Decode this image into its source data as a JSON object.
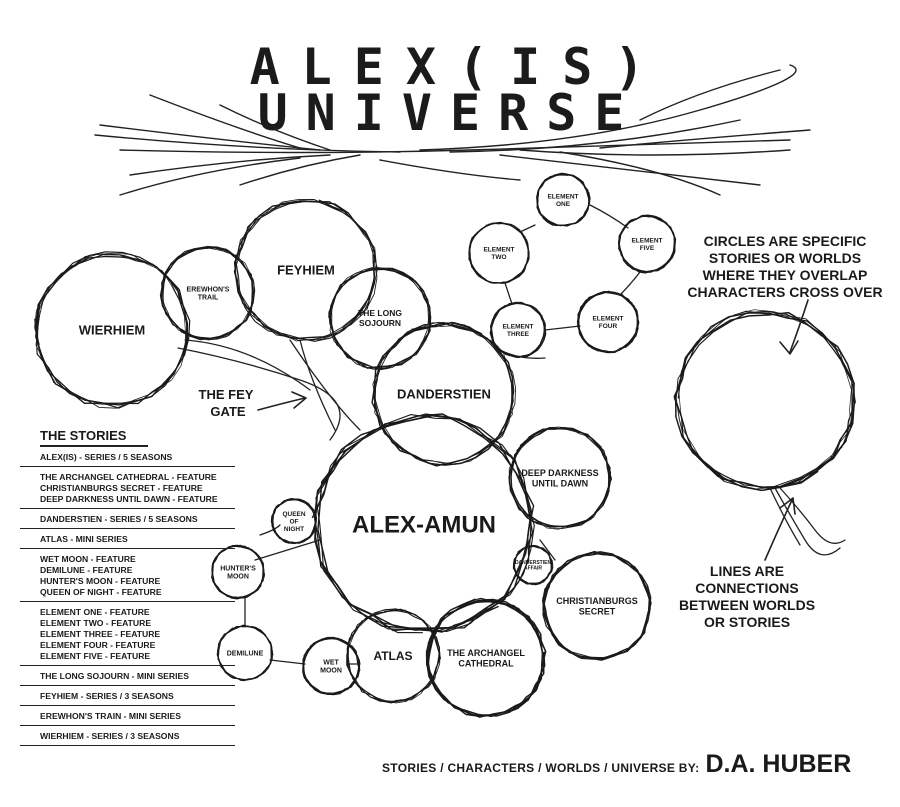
{
  "title": {
    "line1": "ALEX(IS)",
    "line2": "UNIVERSE"
  },
  "worlds": [
    {
      "id": "wierhiem",
      "label": [
        "WIERHIEM"
      ]
    },
    {
      "id": "erewhons-trail",
      "label": [
        "EREWHON'S",
        "TRAIL"
      ]
    },
    {
      "id": "feyhiem",
      "label": [
        "FEYHIEM"
      ]
    },
    {
      "id": "long-sojourn",
      "label": [
        "THE LONG",
        "SOJOURN"
      ]
    },
    {
      "id": "danderstien",
      "label": [
        "DANDERSTIEN"
      ]
    },
    {
      "id": "alex-amun",
      "label": [
        "ALEX-AMUN"
      ]
    },
    {
      "id": "deep-darkness",
      "label": [
        "DEEP DARKNESS",
        "UNTIL DAWN"
      ]
    },
    {
      "id": "danderstien-affair",
      "label": [
        "DANDERSTIEN",
        "AFFAIR"
      ]
    },
    {
      "id": "christianburgs-secret",
      "label": [
        "CHRISTIANBURGS",
        "SECRET"
      ]
    },
    {
      "id": "archangel-cathedral",
      "label": [
        "THE ARCHANGEL",
        "CATHEDRAL"
      ]
    },
    {
      "id": "atlas",
      "label": [
        "ATLAS"
      ]
    },
    {
      "id": "wet-moon",
      "label": [
        "WET",
        "MOON"
      ]
    },
    {
      "id": "demilune",
      "label": [
        "DEMILUNE"
      ]
    },
    {
      "id": "hunters-moon",
      "label": [
        "HUNTER'S",
        "MOON"
      ]
    },
    {
      "id": "queen-of-night",
      "label": [
        "QUEEN",
        "OF",
        "NIGHT"
      ]
    },
    {
      "id": "element-one",
      "label": [
        "ELEMENT",
        "ONE"
      ]
    },
    {
      "id": "element-two",
      "label": [
        "ELEMENT",
        "TWO"
      ]
    },
    {
      "id": "element-three",
      "label": [
        "ELEMENT",
        "THREE"
      ]
    },
    {
      "id": "element-four",
      "label": [
        "ELEMENT",
        "FOUR"
      ]
    },
    {
      "id": "element-five",
      "label": [
        "ELEMENT",
        "FIVE"
      ]
    },
    {
      "id": "legend-circle",
      "label": []
    }
  ],
  "fey_gate": [
    "THE FEY",
    "GATE"
  ],
  "notes": {
    "circles": [
      "CIRCLES ARE SPECIFIC",
      "STORIES OR WORLDS",
      "WHERE THEY OVERLAP",
      "CHARACTERS CROSS OVER"
    ],
    "lines": [
      "LINES ARE",
      "CONNECTIONS",
      "BETWEEN WORLDS",
      "OR STORIES"
    ]
  },
  "stories": {
    "heading": "THE STORIES",
    "groups": [
      [
        "ALEX(IS) - SERIES / 5 SEASONS"
      ],
      [
        "THE ARCHANGEL CATHEDRAL - FEATURE",
        "CHRISTIANBURGS SECRET - FEATURE",
        "DEEP DARKNESS UNTIL DAWN - FEATURE"
      ],
      [
        "DANDERSTIEN - SERIES / 5 SEASONS"
      ],
      [
        "ATLAS - MINI SERIES"
      ],
      [
        "WET MOON - FEATURE",
        "DEMILUNE - FEATURE",
        "HUNTER'S MOON - FEATURE",
        "QUEEN OF NIGHT - FEATURE"
      ],
      [
        "ELEMENT ONE - FEATURE",
        "ELEMENT TWO - FEATURE",
        "ELEMENT THREE - FEATURE",
        "ELEMENT FOUR - FEATURE",
        "ELEMENT FIVE - FEATURE"
      ],
      [
        "THE LONG SOJOURN - MINI SERIES"
      ],
      [
        "FEYHIEM - SERIES / 3 SEASONS"
      ],
      [
        "EREWHON'S TRAIN - MINI SERIES"
      ],
      [
        "WIERHIEM - SERIES / 3 SEASONS"
      ]
    ]
  },
  "credit": {
    "prefix": "STORIES / CHARACTERS / WORLDS / UNIVERSE BY:",
    "author": "D.A. HUBER"
  },
  "colors": {
    "ink": "#1a1a1a",
    "background": "#ffffff"
  }
}
